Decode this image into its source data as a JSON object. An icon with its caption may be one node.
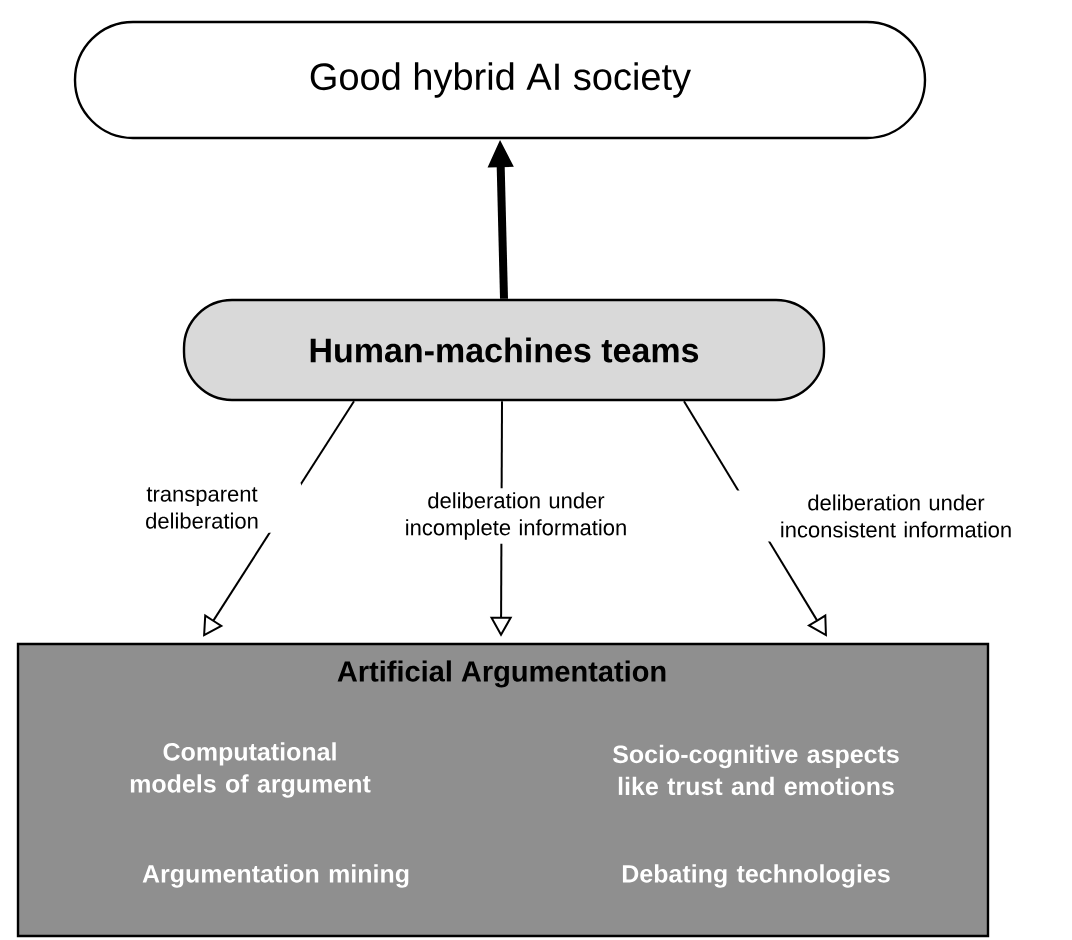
{
  "diagram": {
    "nodes": [
      {
        "text": [
          "Good hybrid AI society"
        ]
      },
      {
        "text": [
          "Human-machines teams"
        ]
      },
      {
        "text": [
          "Artificial Argumentation",
          "Computational models of argument",
          "Socio-cognitive aspects like trust and emotions",
          "Argumentation mining",
          "Debating technologies"
        ]
      }
    ],
    "edges": [
      {
        "from": 1,
        "to": 0,
        "arrow": "to",
        "style": "thick"
      },
      {
        "from": 1,
        "to": 2,
        "arrow": "to",
        "label": "transparent deliberation"
      },
      {
        "from": 1,
        "to": 2,
        "arrow": "to",
        "label": "deliberation under incomplete information"
      },
      {
        "from": 1,
        "to": 2,
        "arrow": "to",
        "label": "deliberation under inconsistent information"
      }
    ]
  }
}
